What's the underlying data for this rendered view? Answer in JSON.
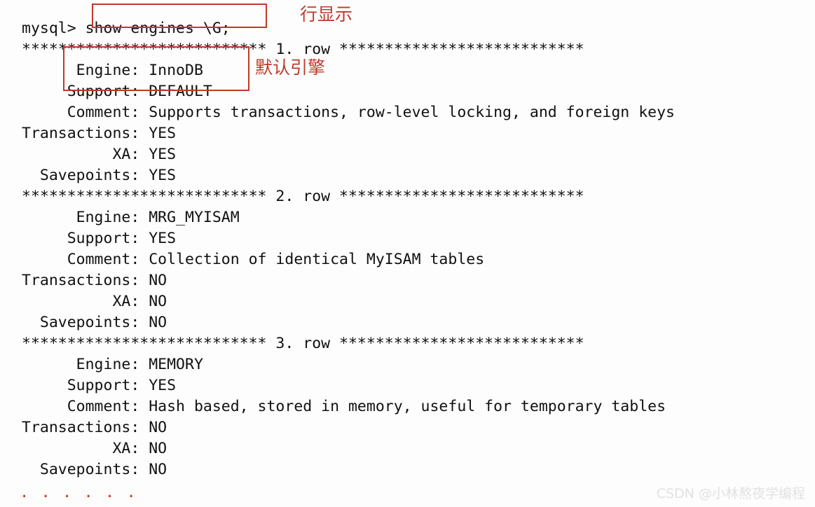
{
  "terminal": {
    "lines": [
      "mysql> show engines \\G;",
      "*************************** 1. row ***************************",
      "      Engine: InnoDB",
      "     Support: DEFAULT",
      "     Comment: Supports transactions, row-level locking, and foreign keys",
      "Transactions: YES",
      "          XA: YES",
      "  Savepoints: YES",
      "*************************** 2. row ***************************",
      "      Engine: MRG_MYISAM",
      "     Support: YES",
      "     Comment: Collection of identical MyISAM tables",
      "Transactions: NO",
      "          XA: NO",
      "  Savepoints: NO",
      "*************************** 3. row ***************************",
      "      Engine: MEMORY",
      "     Support: YES",
      "     Comment: Hash based, stored in memory, useful for temporary tables",
      "Transactions: NO",
      "          XA: NO",
      "  Savepoints: NO"
    ],
    "prompt": "mysql>",
    "command": "show engines \\G;",
    "rows": [
      {
        "index": "1. row",
        "Engine": "InnoDB",
        "Support": "DEFAULT",
        "Comment": "Supports transactions, row-level locking, and foreign keys",
        "Transactions": "YES",
        "XA": "YES",
        "Savepoints": "YES"
      },
      {
        "index": "2. row",
        "Engine": "MRG_MYISAM",
        "Support": "YES",
        "Comment": "Collection of identical MyISAM tables",
        "Transactions": "NO",
        "XA": "NO",
        "Savepoints": "NO"
      },
      {
        "index": "3. row",
        "Engine": "MEMORY",
        "Support": "YES",
        "Comment": "Hash based, stored in memory, useful for temporary tables",
        "Transactions": "NO",
        "XA": "NO",
        "Savepoints": "NO"
      }
    ],
    "truncation_marker": ". . . . . ."
  },
  "annotations": {
    "row_display": "行显示",
    "default_engine": "默认引擎",
    "color": "#c0392b"
  },
  "watermark": {
    "text": "CSDN @小林熬夜学编程",
    "color": "#e2e2e2"
  },
  "colors": {
    "background": "#fdfdfd",
    "text": "#111111",
    "annotation_red": "#c0392b",
    "dots_red": "#d93025"
  }
}
